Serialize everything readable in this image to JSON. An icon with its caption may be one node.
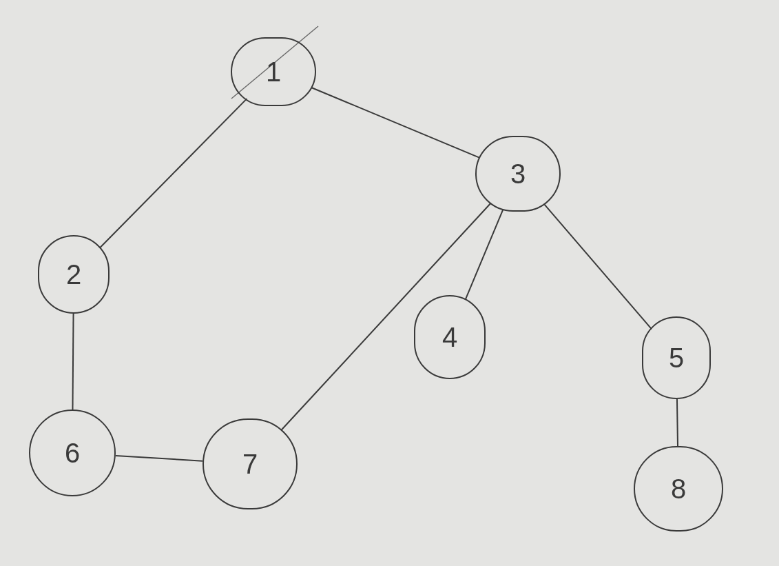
{
  "diagram": {
    "nodes": [
      {
        "text": [
          "1"
        ]
      },
      {
        "text": [
          "3"
        ]
      },
      {
        "text": [
          "2"
        ]
      },
      {
        "text": [
          "4"
        ]
      },
      {
        "text": [
          "5"
        ]
      },
      {
        "text": [
          "6"
        ]
      },
      {
        "text": [
          "7"
        ]
      },
      {
        "text": [
          "8"
        ]
      }
    ],
    "edges": [
      {
        "from": 0,
        "to": 2,
        "arrow": "none"
      },
      {
        "from": 0,
        "to": 1,
        "arrow": "none"
      },
      {
        "from": 1,
        "to": 6,
        "arrow": "none"
      },
      {
        "from": 1,
        "to": 3,
        "arrow": "none"
      },
      {
        "from": 1,
        "to": 4,
        "arrow": "none"
      },
      {
        "from": 2,
        "to": 5,
        "arrow": "none"
      },
      {
        "from": 5,
        "to": 6,
        "arrow": "none"
      },
      {
        "from": 4,
        "to": 7,
        "arrow": "none"
      }
    ]
  }
}
